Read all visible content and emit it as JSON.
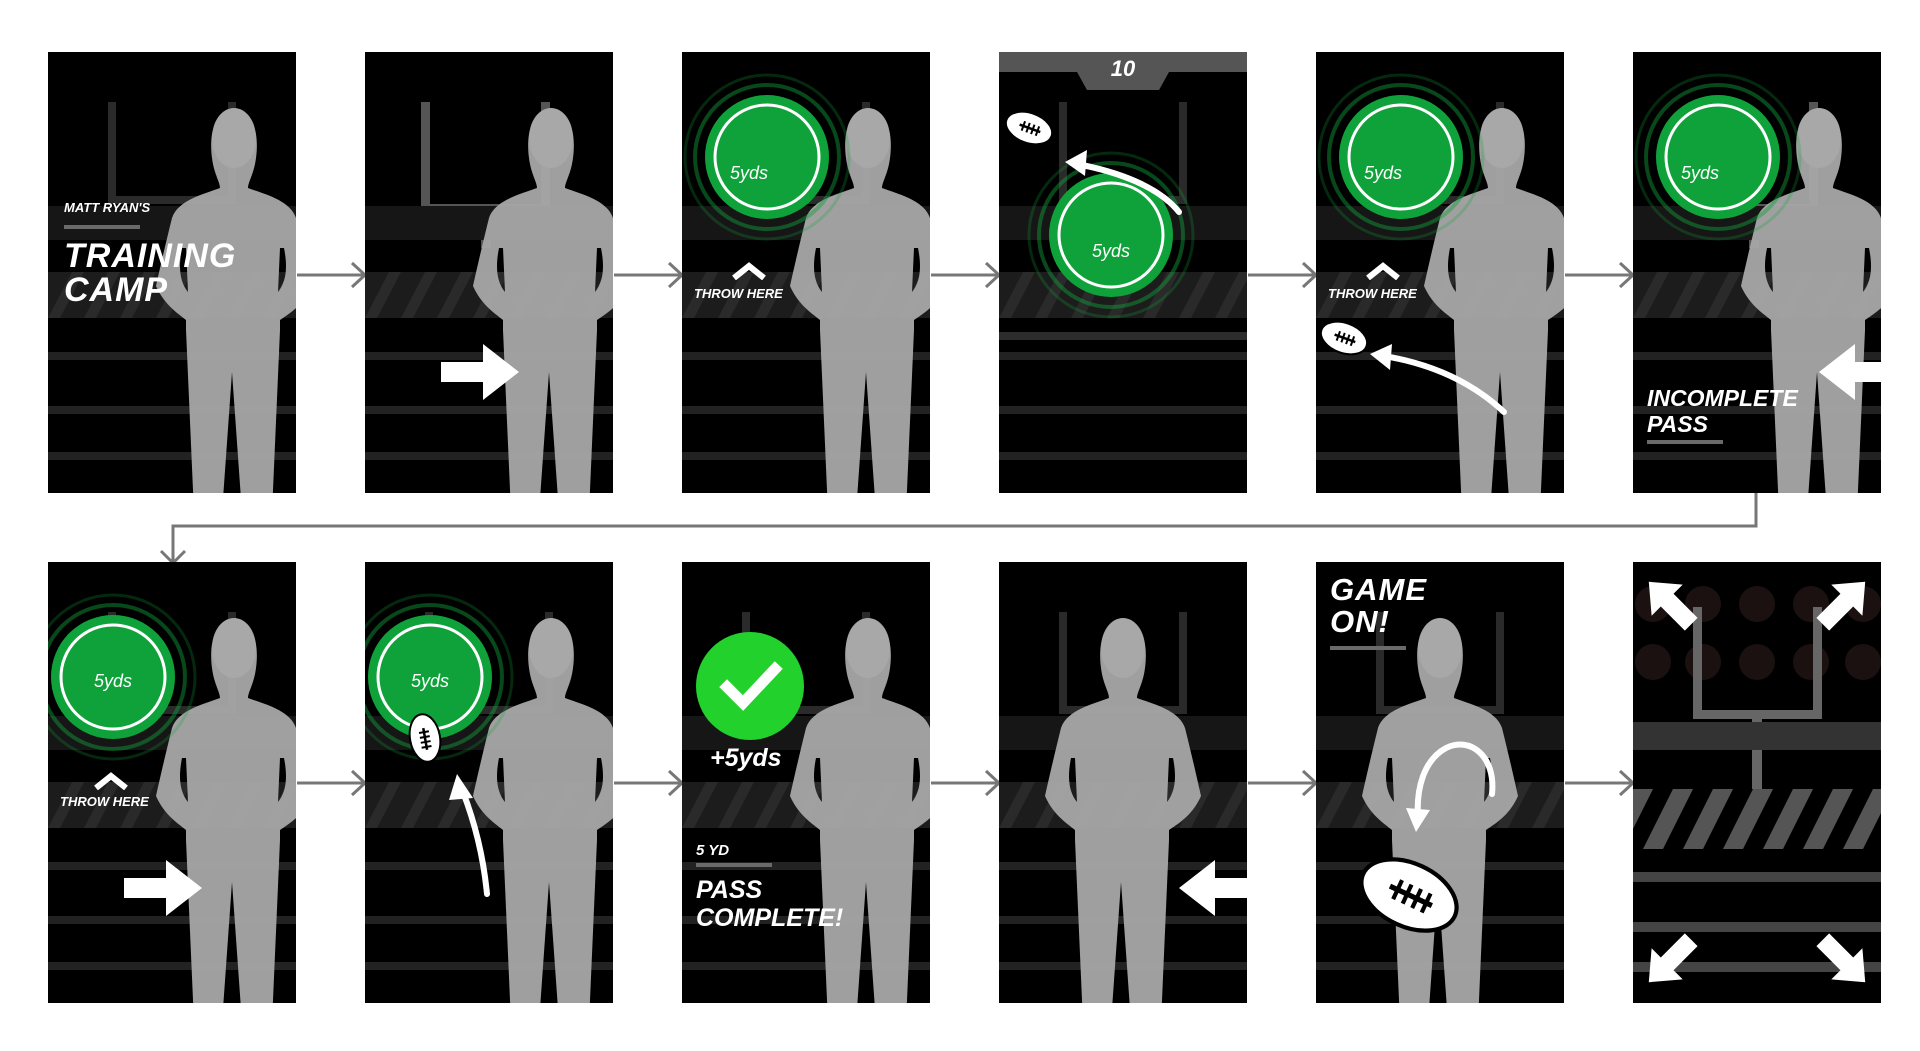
{
  "panels": [
    {
      "title_small": "MATT RYAN'S",
      "title_line1": "TRAINING",
      "title_line2": "CAMP"
    },
    {},
    {
      "target_label": "5yds",
      "hint": "THROW HERE"
    },
    {
      "timer": "10",
      "target_label": "5yds"
    },
    {
      "target_label": "5yds",
      "hint": "THROW HERE"
    },
    {
      "target_label": "5yds",
      "result_line1": "INCOMPLETE",
      "result_line2": "PASS"
    },
    {
      "target_label": "5yds",
      "hint": "THROW HERE"
    },
    {
      "target_label": "5yds"
    },
    {
      "gain": "+5yds",
      "distance": "5 YD",
      "result_line1": "PASS",
      "result_line2": "COMPLETE!"
    },
    {},
    {
      "title_line1": "GAME",
      "title_line2": "ON!"
    },
    {}
  ],
  "colors": {
    "panel_bg": "#000000",
    "silhouette": "#a8a8a8",
    "target_green": "#10a23a",
    "check_green": "#22d12c",
    "connector": "#777777"
  }
}
